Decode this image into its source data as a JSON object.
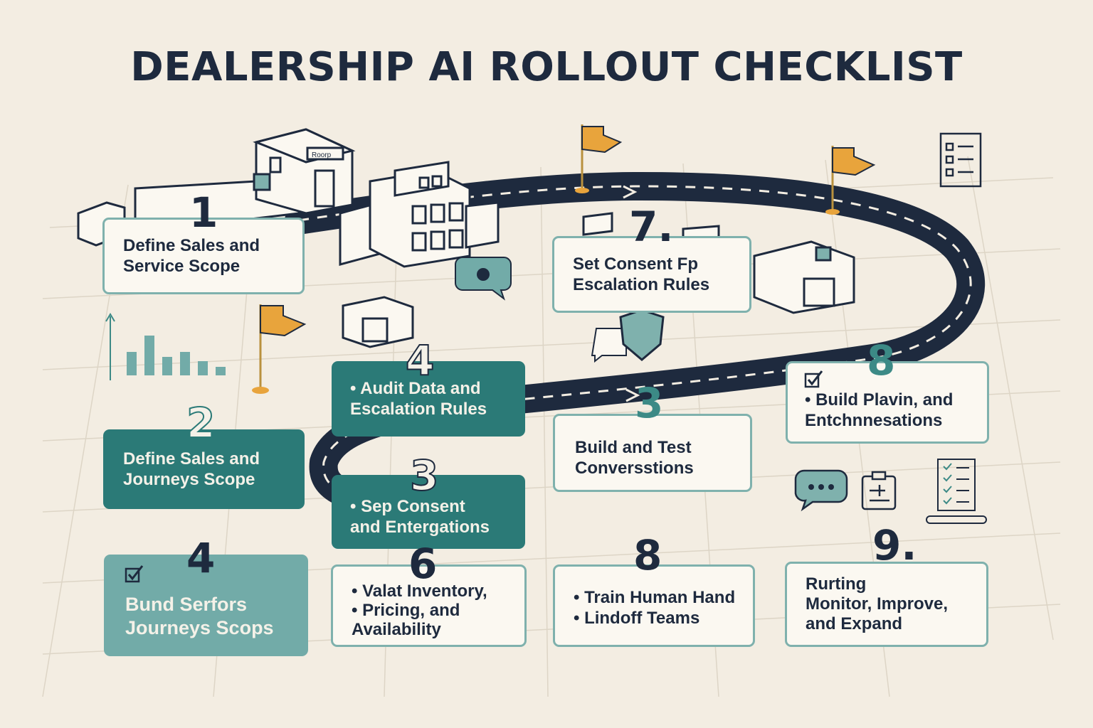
{
  "title": "DEALERSHIP AI ROLLOUT CHECKLIST",
  "building_sign": "Roorp",
  "colors": {
    "background": "#f3ede2",
    "navy": "#1e2a3e",
    "teal_dark": "#2b7a77",
    "teal_mid": "#72aba8",
    "teal_border": "#7fb1ad",
    "flag_orange": "#e8a43c"
  },
  "icons": [
    "flag-icon",
    "bar-chart-icon",
    "shield-icon",
    "chat-bubble-icon",
    "checklist-icon",
    "clipboard-icon",
    "checkbox-icon",
    "road"
  ],
  "steps": [
    {
      "number": "1",
      "lines": [
        "Define Sales and",
        "Service Scope"
      ]
    },
    {
      "number": "7.",
      "lines": [
        "Set Consent Fp",
        "Escalation Rules"
      ]
    },
    {
      "number": "4",
      "lines": [
        "• Audit Data and",
        "Escalation Rules"
      ]
    },
    {
      "number": "8",
      "lines": [
        "•  Build Plavin, and",
        "Entchnnesations"
      ]
    },
    {
      "number": "2",
      "lines": [
        "Define Sales and",
        "Journeys Scope"
      ]
    },
    {
      "number": "3",
      "lines": [
        "• Sep Consent",
        "and Entergations"
      ]
    },
    {
      "number": "3",
      "lines": [
        "Build and Test",
        "Conversstions"
      ]
    },
    {
      "number": "4",
      "lines": [
        "Bund Serfors",
        "Journeys Scops"
      ]
    },
    {
      "number": "6",
      "lines": [
        "• Valat Inventory,",
        "• Pricing, and",
        "Availability"
      ]
    },
    {
      "number": "8",
      "lines": [
        "• Train Human Hand",
        "• Lindoff Teams"
      ]
    },
    {
      "number": "9.",
      "lines": [
        "Rurting",
        "Monitor, Improve,",
        "and Expand"
      ]
    }
  ]
}
